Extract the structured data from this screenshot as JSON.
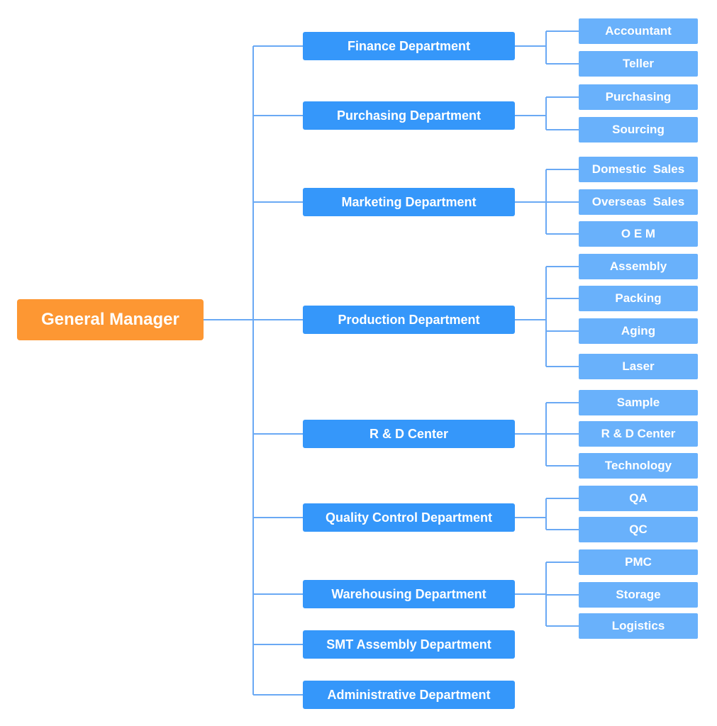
{
  "colors": {
    "root": "#fd9733",
    "department": "#3597fa",
    "sub_unit": "#69b1fb",
    "connector": "#6aa9f4"
  },
  "org_chart": {
    "root": "General Manager",
    "departments": [
      {
        "name": "Finance Department",
        "units": [
          "Accountant",
          "Teller"
        ]
      },
      {
        "name": "Purchasing Department",
        "units": [
          "Purchasing",
          "Sourcing"
        ]
      },
      {
        "name": "Marketing Department",
        "units": [
          "Domestic  Sales",
          "Overseas  Sales",
          "O E M"
        ]
      },
      {
        "name": "Production Department",
        "units": [
          "Assembly",
          "Packing",
          "Aging",
          "Laser"
        ]
      },
      {
        "name": "R & D Center",
        "units": [
          "Sample",
          "R & D Center",
          "Technology"
        ]
      },
      {
        "name": "Quality Control Department",
        "units": [
          "QA",
          "QC"
        ]
      },
      {
        "name": "Warehousing Department",
        "units": [
          "PMC",
          "Storage",
          "Logistics"
        ]
      },
      {
        "name": "SMT Assembly Department",
        "units": []
      },
      {
        "name": "Administrative Department",
        "units": []
      }
    ]
  }
}
